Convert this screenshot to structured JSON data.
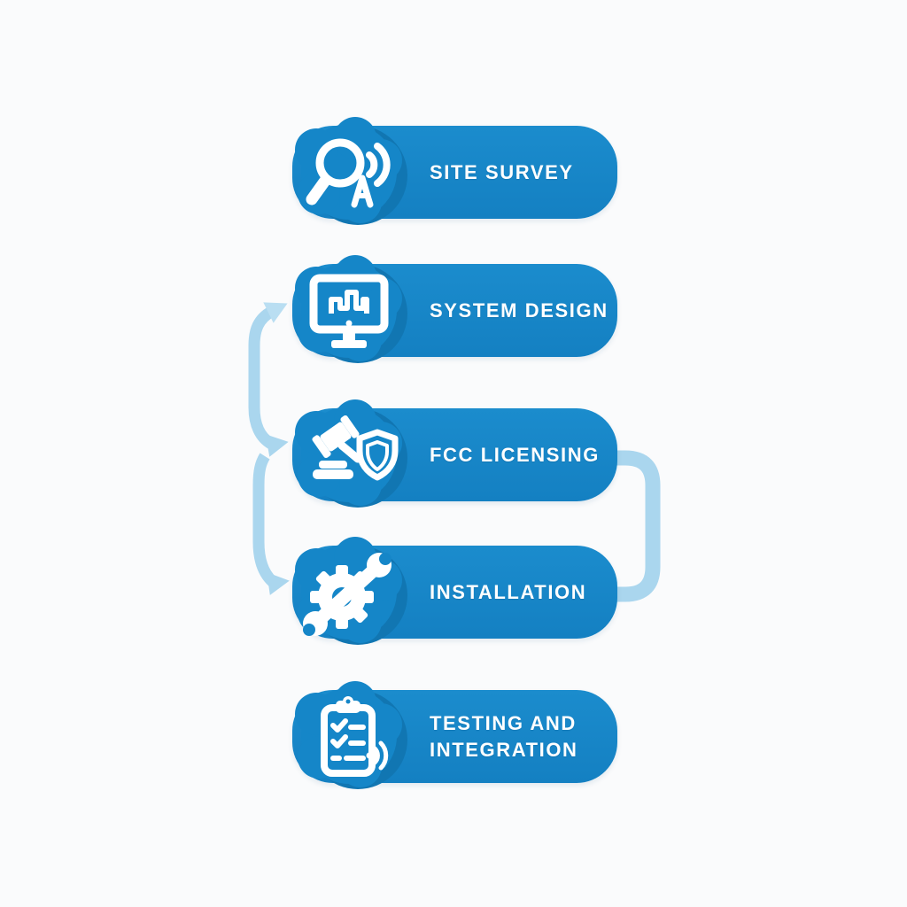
{
  "diagram": {
    "type": "vertical-process-flow",
    "steps": [
      {
        "label": "SITE SURVEY",
        "icon": "search-signal-icon"
      },
      {
        "label": "SYSTEM DESIGN",
        "icon": "monitor-design-icon"
      },
      {
        "label": "FCC LICENSING",
        "icon": "gavel-shield-icon"
      },
      {
        "label": "INSTALLATION",
        "icon": "gear-wrench-icon"
      },
      {
        "label": "TESTING AND\nINTEGRATION",
        "icon": "clipboard-checklist-icon"
      }
    ],
    "connectors": [
      {
        "side": "left",
        "from": "system-design",
        "to": "fcc-licensing",
        "arrowheads": true
      },
      {
        "side": "left",
        "from": "fcc-licensing",
        "to": "installation",
        "arrowheads": true
      },
      {
        "side": "right",
        "from": "fcc-licensing",
        "to": "installation",
        "arrowheads": false
      }
    ],
    "palette": {
      "step_blue": "#1586c8",
      "step_blue_dark": "#1176b2",
      "connector_blue": "#aad6ee",
      "text_color": "#ffffff",
      "background": "#fafbfc"
    }
  }
}
